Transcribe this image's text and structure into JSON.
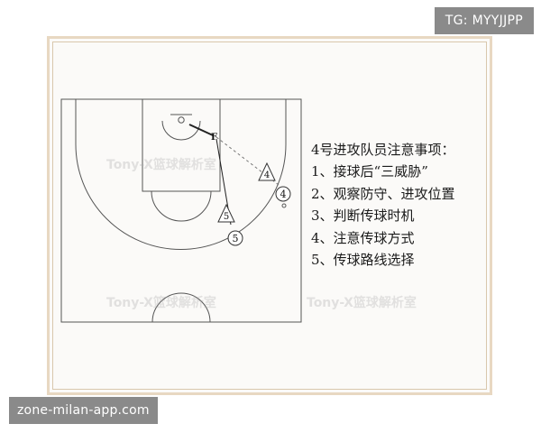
{
  "overlay": {
    "top_right_tag": "TG: MYYJJPP",
    "bottom_left_tag": "zone-milan-app.com"
  },
  "diagram": {
    "players": [
      {
        "label": "4",
        "role": "offense"
      },
      {
        "label": "5",
        "role": "offense"
      }
    ],
    "defenders": [
      {
        "label": "4"
      },
      {
        "label": "5"
      }
    ],
    "ball_holder_marker": "F",
    "watermark_text": "Tony-X篮球解析室"
  },
  "notes": {
    "title": "4号进攻队员注意事项：",
    "items": [
      "1、接球后“三威胁”",
      "2、观察防守、进攻位置",
      "3、判断传球时机",
      "4、注意传球方式",
      "5、传球路线选择"
    ]
  },
  "colors": {
    "court_line": "#555555",
    "frame_border": "#e8d8c2",
    "background": "#fbfaf8",
    "tag_bg": "#8a8a8a"
  }
}
